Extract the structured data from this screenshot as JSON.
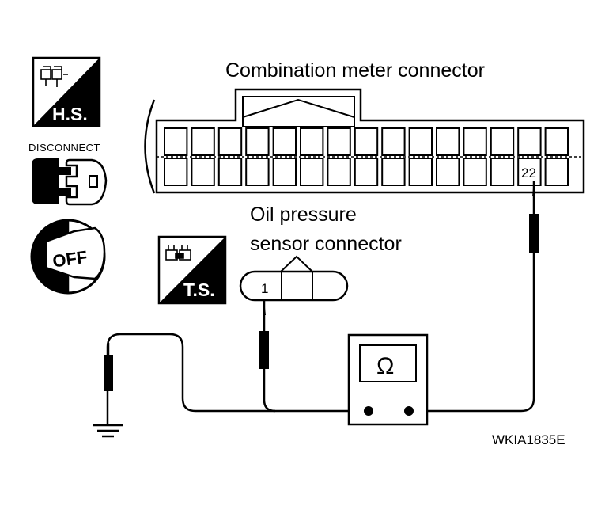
{
  "labels": {
    "combination_meter_connector": "Combination meter connector",
    "oil_pressure_line1": "Oil pressure",
    "oil_pressure_line2": "sensor connector",
    "terminal_22": "22",
    "terminal_1": "1",
    "hs_badge": "H.S.",
    "ts_badge": "T.S.",
    "disconnect": "DISCONNECT",
    "off": "OFF",
    "ohm_symbol": "Ω",
    "figure_code": "WKIA1835E"
  },
  "icons": {
    "harness_side": "harness-side-icon",
    "terminal_side": "terminal-side-icon",
    "disconnect": "disconnect-connector-icon",
    "ignition_off": "ignition-key-off-icon",
    "ground": "ground-symbol-icon",
    "ohmmeter": "ohmmeter-icon"
  },
  "colors": {
    "ink": "#000000",
    "paper": "#ffffff"
  }
}
